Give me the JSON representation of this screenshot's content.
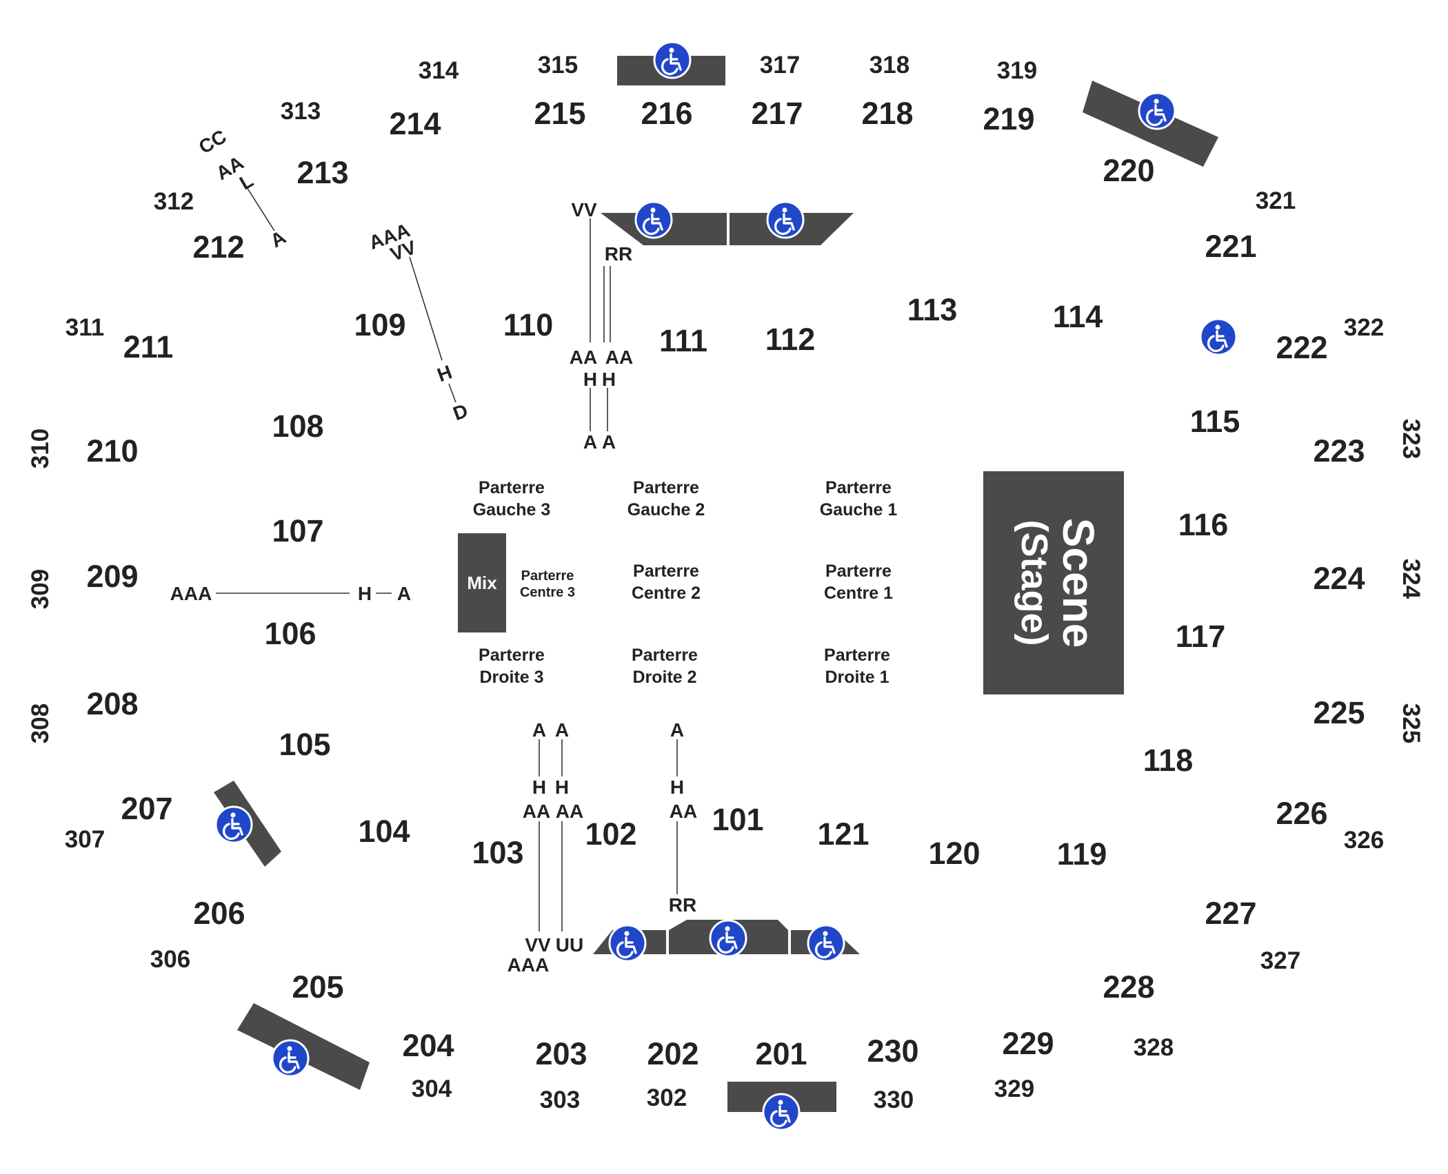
{
  "stage": {
    "line1": "Scene",
    "line2": "(Stage)"
  },
  "mix": {
    "label": "Mix"
  },
  "floor": {
    "gauche_3": [
      "Parterre",
      "Gauche 3"
    ],
    "gauche_2": [
      "Parterre",
      "Gauche 2"
    ],
    "gauche_1": [
      "Parterre",
      "Gauche 1"
    ],
    "centre_3": [
      "Parterre",
      "Centre 3"
    ],
    "centre_2": [
      "Parterre",
      "Centre 2"
    ],
    "centre_1": [
      "Parterre",
      "Centre 1"
    ],
    "droite_3": [
      "Parterre",
      "Droite 3"
    ],
    "droite_2": [
      "Parterre",
      "Droite 2"
    ],
    "droite_1": [
      "Parterre",
      "Droite 1"
    ]
  },
  "sections_100": [
    "101",
    "102",
    "103",
    "104",
    "105",
    "106",
    "107",
    "108",
    "109",
    "110",
    "111",
    "112",
    "113",
    "114",
    "115",
    "116",
    "117",
    "118",
    "119",
    "120",
    "121"
  ],
  "sections_200": [
    "201",
    "202",
    "203",
    "204",
    "205",
    "206",
    "207",
    "208",
    "209",
    "210",
    "211",
    "212",
    "213",
    "214",
    "215",
    "216",
    "217",
    "218",
    "219",
    "220",
    "221",
    "222",
    "223",
    "224",
    "225",
    "226",
    "227",
    "228",
    "229",
    "230"
  ],
  "sections_300": [
    "302",
    "303",
    "304",
    "306",
    "307",
    "308",
    "309",
    "310",
    "311",
    "312",
    "313",
    "314",
    "315",
    "317",
    "318",
    "319",
    "321",
    "322",
    "323",
    "324",
    "325",
    "326",
    "327",
    "328",
    "329",
    "330"
  ],
  "row_markers": {
    "upper_left": [
      "CC",
      "AA",
      "L",
      "A"
    ],
    "sec109": [
      "AAA",
      "VV",
      "H",
      "D"
    ],
    "sec110_111_left": [
      "VV",
      "AA",
      "H",
      "A"
    ],
    "sec110_111_right": [
      "RR",
      "AA",
      "H",
      "A"
    ],
    "sec106_107": [
      "AAA",
      "H",
      "A"
    ],
    "sec103_left": [
      "A",
      "H",
      "AA",
      "VV",
      "AAA"
    ],
    "sec103_right": [
      "A",
      "H",
      "AA",
      "UU"
    ],
    "sec101": [
      "A",
      "H",
      "AA",
      "RR"
    ]
  },
  "icons": {
    "accessible": "wheelchair-icon"
  },
  "colors": {
    "block": "#4a4a4a",
    "accessible": "#2046c9",
    "text": "#222222"
  }
}
